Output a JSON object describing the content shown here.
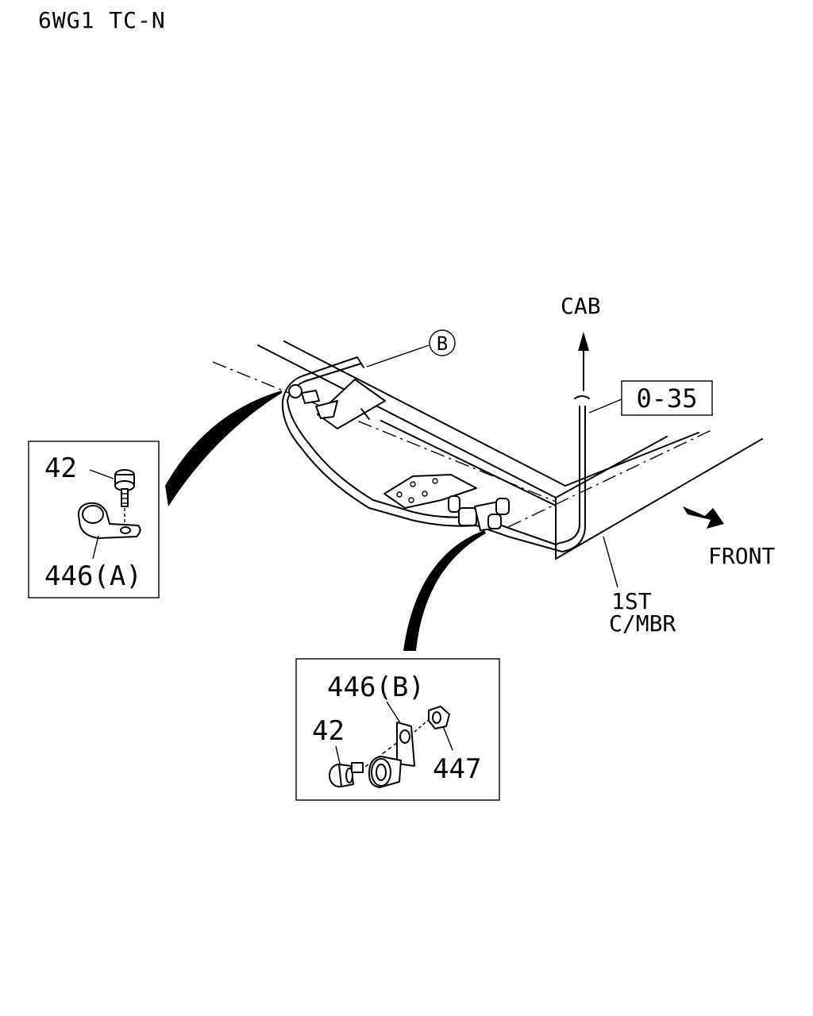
{
  "header": {
    "title": "6WG1 TC-N"
  },
  "labels": {
    "cab": "CAB",
    "ref_b": "B",
    "ref_page": "0-35",
    "front": "FRONT",
    "member_line1": "1ST",
    "member_line2": "C/MBR"
  },
  "detail_a": {
    "bolt_num": "42",
    "clip_num": "446(A)"
  },
  "detail_b": {
    "clip_num": "446(B)",
    "bolt_num": "42",
    "nut_num": "447"
  }
}
